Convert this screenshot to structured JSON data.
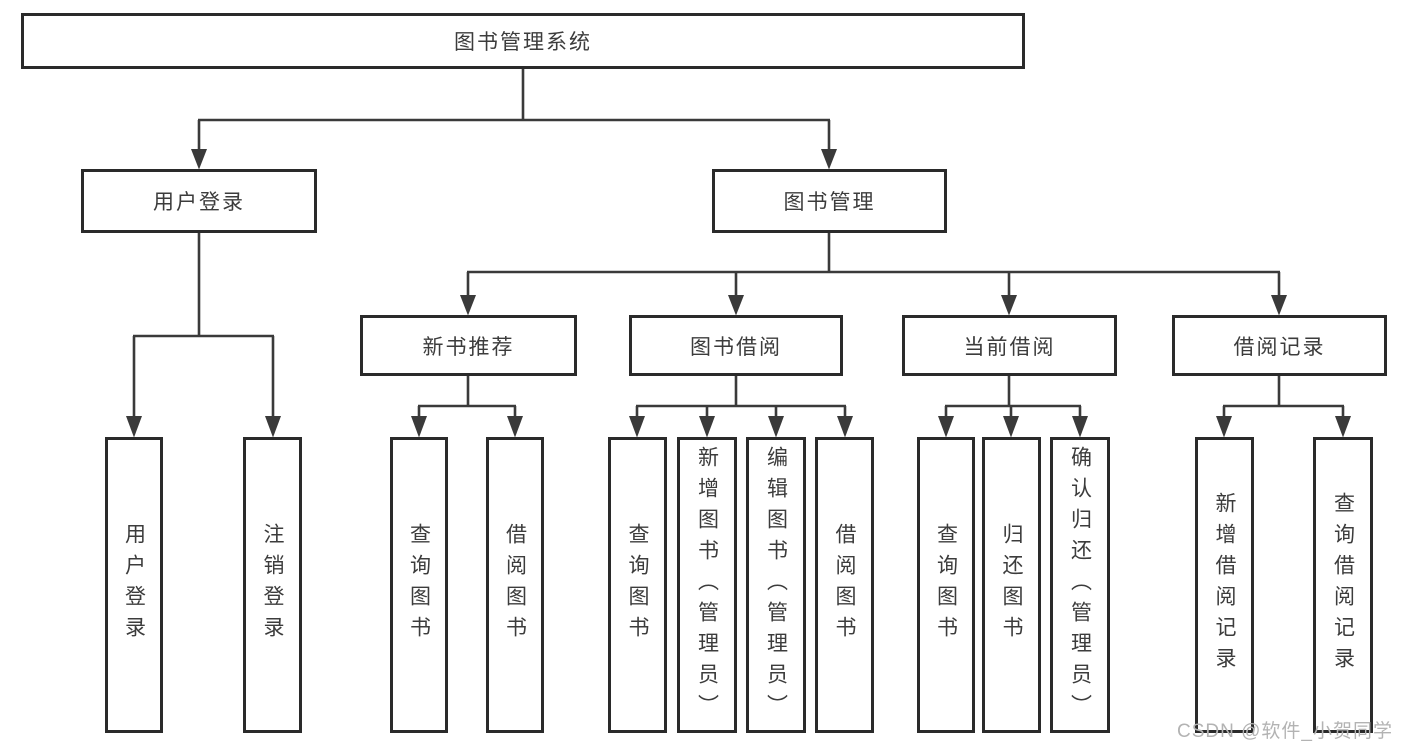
{
  "colors": {
    "line": "#3a3a3a",
    "box_border": "#2a2a2a",
    "text": "#3c3c3c",
    "watermark": "#b3b3b3",
    "background": "#ffffff"
  },
  "watermark": {
    "text": "CSDN @软件_小贺同学"
  },
  "nodes": {
    "root": "图书管理系统",
    "user_login": "用户登录",
    "book_mgmt": "图书管理",
    "new_book_rec": "新书推荐",
    "book_borrow": "图书借阅",
    "current_borrow": "当前借阅",
    "borrow_records": "借阅记录",
    "leaf_user_login": "用户登录",
    "leaf_logout": "注销登录",
    "leaf_nbr_query": "查询图书",
    "leaf_nbr_borrow": "借阅图书",
    "leaf_bb_query": "查询图书",
    "leaf_bb_add": "新增图书（管理员）",
    "leaf_bb_edit": "编辑图书（管理员）",
    "leaf_bb_borrow": "借阅图书",
    "leaf_cb_query": "查询图书",
    "leaf_cb_return": "归还图书",
    "leaf_cb_confirm": "确认归还（管理员）",
    "leaf_br_add": "新增借阅记录",
    "leaf_br_query": "查询借阅记录"
  }
}
